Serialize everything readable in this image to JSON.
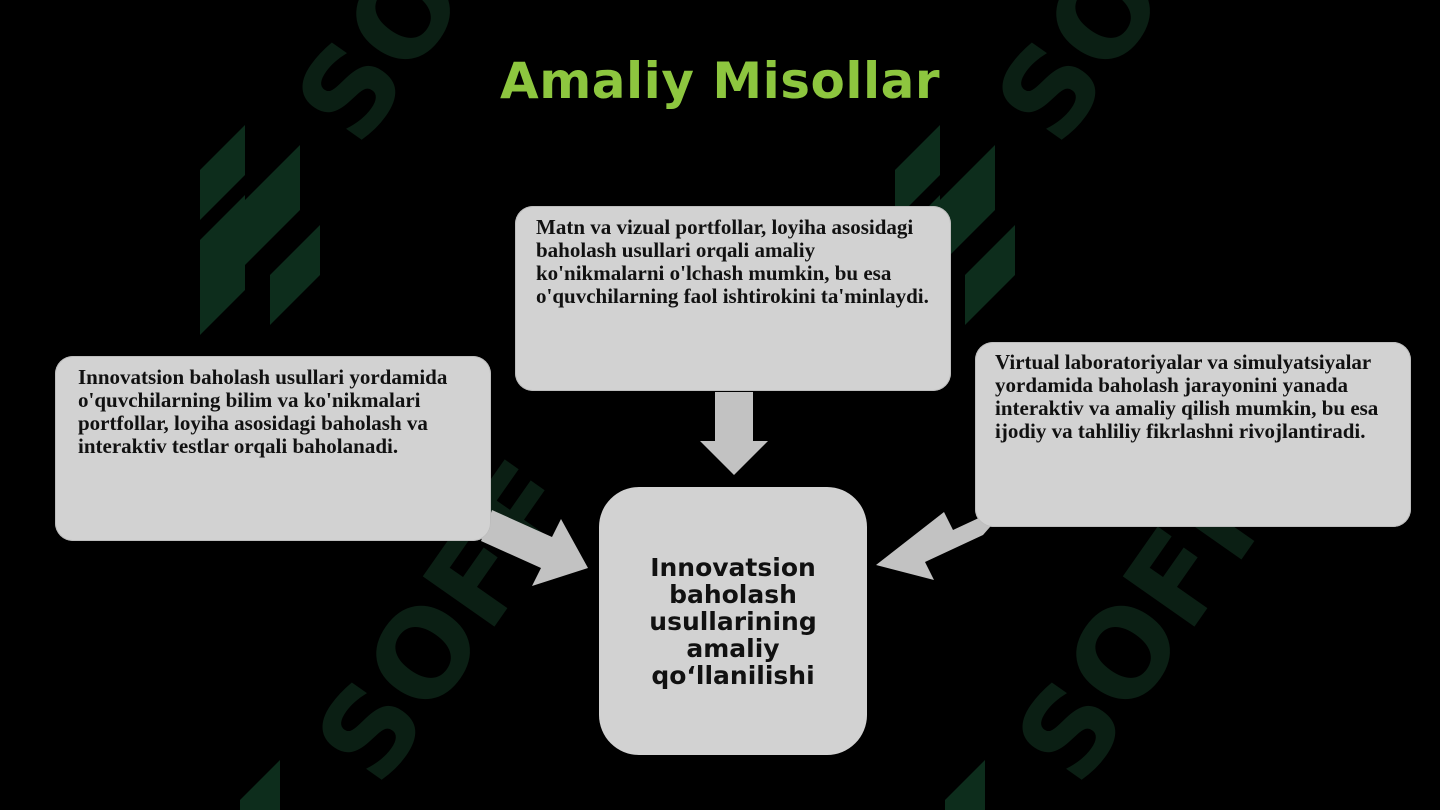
{
  "slide": {
    "title": "Amaliy Misollar",
    "center": {
      "label": "Innovatsion baholash usullarining amaliy qo‘llanilishi"
    },
    "boxes": {
      "top": "Matn va vizual portfollar, loyiha asosidagi baholash usullari orqali amaliy ko'nikmalarni o'lchash mumkin, bu esa o'quvchilarning faol ishtirokini ta'minlaydi.",
      "left": "Innovatsion baholash usullari yordamida o'quvchilarning bilim va ko'nikmalari portfollar, loyiha asosidagi baholash va interaktiv testlar orqali baholanadi.",
      "right": "Virtual laboratoriyalar va simulyatsiyalar yordamida baholash jarayonini yanada interaktiv va amaliy qilish mumkin, bu esa ijodiy va tahliliy fikrlashni rivojlantiradi."
    },
    "watermark_text": "SOFF"
  },
  "colors": {
    "background": "#000000",
    "title": "#8dc63f",
    "box": "#d2d2d2",
    "arrow": "#c2c2c2",
    "watermark": "#0c2a1a"
  },
  "icons": [
    "watermark-logo-icon"
  ]
}
